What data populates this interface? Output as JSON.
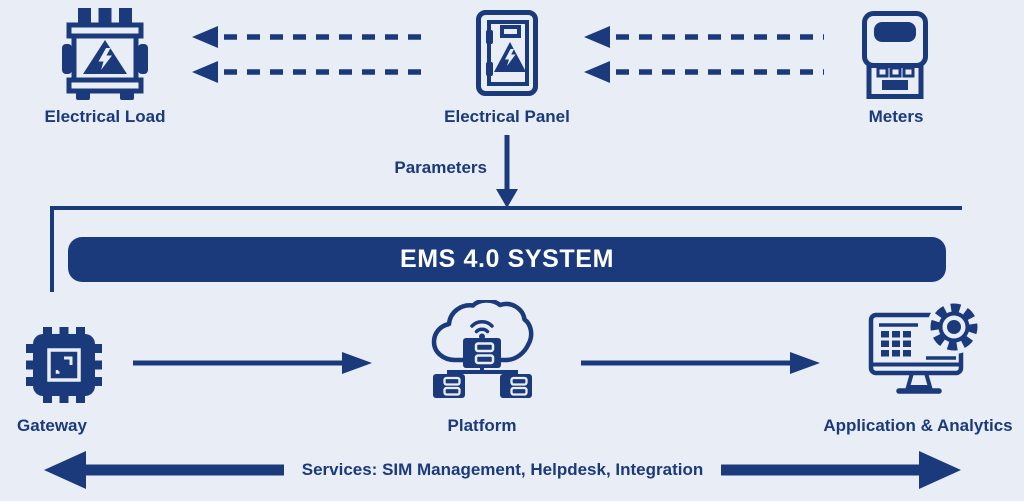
{
  "colors": {
    "background": "#e9edf6",
    "navy": "#1b3a7c",
    "banner_text": "#ffffff"
  },
  "top_row": {
    "nodes": [
      {
        "label": "Electrical Load",
        "icon": "transformer-icon"
      },
      {
        "label": "Electrical Panel",
        "icon": "electrical-panel-icon"
      },
      {
        "label": "Meters",
        "icon": "smart-meter-icon"
      }
    ]
  },
  "flow": {
    "parameters_label": "Parameters"
  },
  "banner": {
    "title": "EMS 4.0 SYSTEM"
  },
  "bottom_row": {
    "nodes": [
      {
        "label": "Gateway",
        "icon": "chip-icon"
      },
      {
        "label": "Platform",
        "icon": "cloud-servers-icon"
      },
      {
        "label": "Application & Analytics",
        "icon": "monitor-gear-icon"
      }
    ]
  },
  "services": {
    "label": "Services: SIM Management, Helpdesk, Integration"
  }
}
